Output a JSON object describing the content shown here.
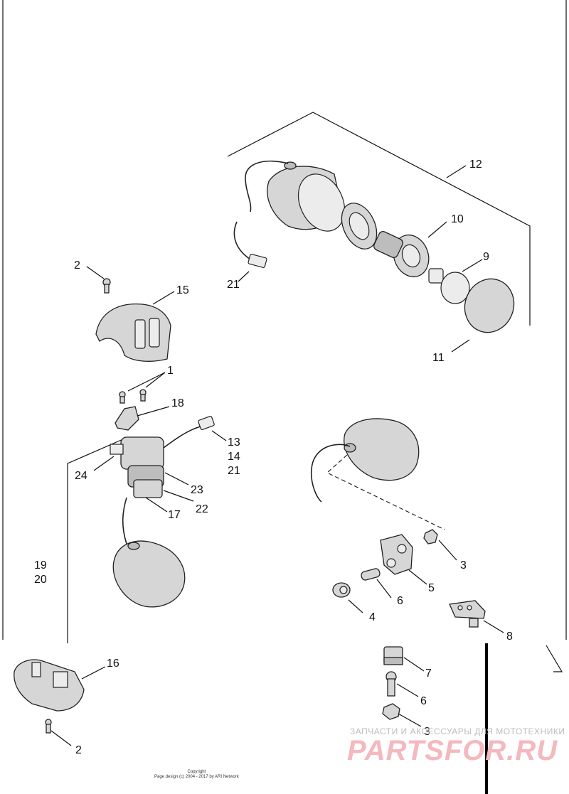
{
  "callouts": [
    {
      "id": "label-12",
      "text": "12"
    },
    {
      "id": "label-10",
      "text": "10"
    },
    {
      "id": "label-9",
      "text": "9"
    },
    {
      "id": "label-11",
      "text": "11"
    },
    {
      "id": "label-21a",
      "text": "21"
    },
    {
      "id": "label-2a",
      "text": "2"
    },
    {
      "id": "label-15",
      "text": "15"
    },
    {
      "id": "label-1",
      "text": "1"
    },
    {
      "id": "label-18",
      "text": "18"
    },
    {
      "id": "label-13",
      "text": "13"
    },
    {
      "id": "label-14",
      "text": "14"
    },
    {
      "id": "label-21b",
      "text": "21"
    },
    {
      "id": "label-24",
      "text": "24"
    },
    {
      "id": "label-23",
      "text": "23"
    },
    {
      "id": "label-22",
      "text": "22"
    },
    {
      "id": "label-17",
      "text": "17"
    },
    {
      "id": "label-19",
      "text": "19"
    },
    {
      "id": "label-20",
      "text": "20"
    },
    {
      "id": "label-3a",
      "text": "3"
    },
    {
      "id": "label-5",
      "text": "5"
    },
    {
      "id": "label-6a",
      "text": "6"
    },
    {
      "id": "label-4",
      "text": "4"
    },
    {
      "id": "label-8",
      "text": "8"
    },
    {
      "id": "label-16",
      "text": "16"
    },
    {
      "id": "label-7",
      "text": "7"
    },
    {
      "id": "label-6b",
      "text": "6"
    },
    {
      "id": "label-3b",
      "text": "3"
    },
    {
      "id": "label-2b",
      "text": "2"
    }
  ],
  "watermark": {
    "line1": "ЗАПЧАСТИ И АКСЕССУАРЫ ДЛЯ МОТОТЕХНИКИ",
    "line2": "PARTSFOR.RU"
  },
  "copyright": {
    "line1": "Copyright",
    "line2": "Page design (c) 2004 - 2017 by ARI Network"
  },
  "colors": {
    "line": "#111111",
    "part_fill": "#d6d6d6",
    "watermark_red": "#f4b8bf"
  }
}
